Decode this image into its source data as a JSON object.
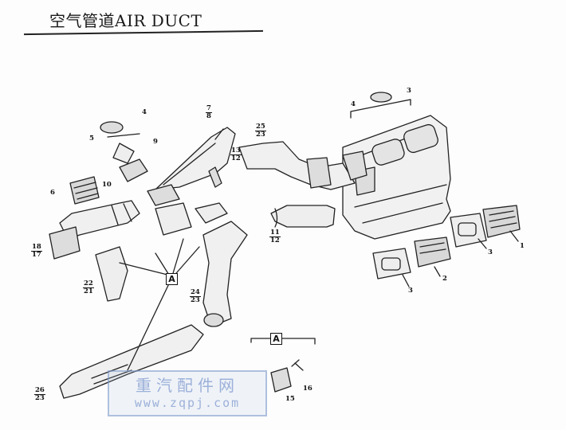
{
  "header": {
    "title": "空气管道AIR DUCT"
  },
  "callouts": [
    {
      "id": "c1",
      "label": "1"
    },
    {
      "id": "c2",
      "label": "2"
    },
    {
      "id": "c3a",
      "label": "3"
    },
    {
      "id": "c3b",
      "label": "3"
    },
    {
      "id": "c3c",
      "label": "3"
    },
    {
      "id": "c4a",
      "label": "4"
    },
    {
      "id": "c4b",
      "label": "4"
    },
    {
      "id": "c5",
      "label": "5"
    },
    {
      "id": "c6",
      "label": "6"
    },
    {
      "id": "c9",
      "label": "9"
    },
    {
      "id": "c10",
      "label": "10"
    },
    {
      "id": "c16",
      "label": "16"
    },
    {
      "id": "c15",
      "label": "15"
    }
  ],
  "fractions": [
    {
      "id": "f7",
      "top": "7",
      "bottom": "8"
    },
    {
      "id": "f25a",
      "top": "25",
      "bottom": "23"
    },
    {
      "id": "f13a",
      "top": "13",
      "bottom": "12"
    },
    {
      "id": "f11",
      "top": "11",
      "bottom": "12"
    },
    {
      "id": "f18",
      "top": "18",
      "bottom": "17"
    },
    {
      "id": "f22",
      "top": "22",
      "bottom": "21"
    },
    {
      "id": "f24",
      "top": "24",
      "bottom": "23"
    },
    {
      "id": "f26",
      "top": "26",
      "bottom": "23"
    }
  ],
  "box_labels": [
    {
      "id": "boxA1",
      "label": "A"
    },
    {
      "id": "boxA2",
      "label": "A"
    }
  ],
  "watermark": {
    "chinese": "重汽配件网",
    "url": "www.zqpj.com"
  }
}
